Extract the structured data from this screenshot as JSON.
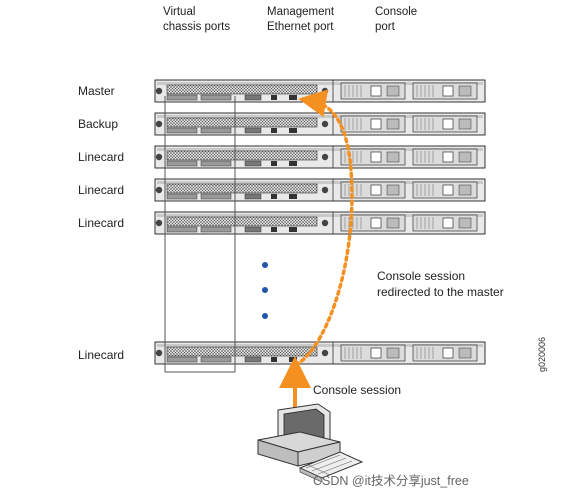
{
  "diagram": {
    "top_labels": {
      "virtual_chassis_ports": [
        "Virtual",
        "chassis ports"
      ],
      "management_port": [
        "Management",
        "Ethernet port"
      ],
      "console_port": [
        "Console",
        "port"
      ]
    },
    "members": [
      {
        "role": "Master"
      },
      {
        "role": "Backup"
      },
      {
        "role": "Linecard"
      },
      {
        "role": "Linecard"
      },
      {
        "role": "Linecard"
      },
      {
        "role": "Linecard"
      }
    ],
    "annotations": {
      "redirect": [
        "Console session",
        "redirected to the master"
      ],
      "session": "Console session"
    },
    "figure_id": "g020006",
    "colors": {
      "arrow": "#f39020",
      "chassis_fill": "#e9e9e9",
      "chassis_stroke": "#333333"
    }
  },
  "watermark": "CSDN @it技术分享just_free"
}
